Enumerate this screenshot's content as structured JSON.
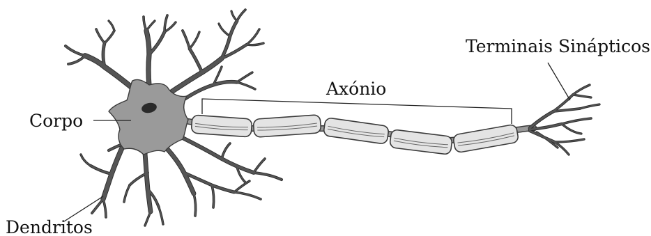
{
  "labels": {
    "body": "Corpo",
    "dendrites": "Dendritos",
    "axon": "Axónio",
    "terminals": "Terminais Sinápticos"
  },
  "colors": {
    "cell": "#9a9a9a",
    "outline": "#3a3a3a",
    "myelin": "#e4e4e4",
    "nucleus": "#2a2a2a",
    "text": "#111111"
  },
  "myelin_segment_count": 5
}
